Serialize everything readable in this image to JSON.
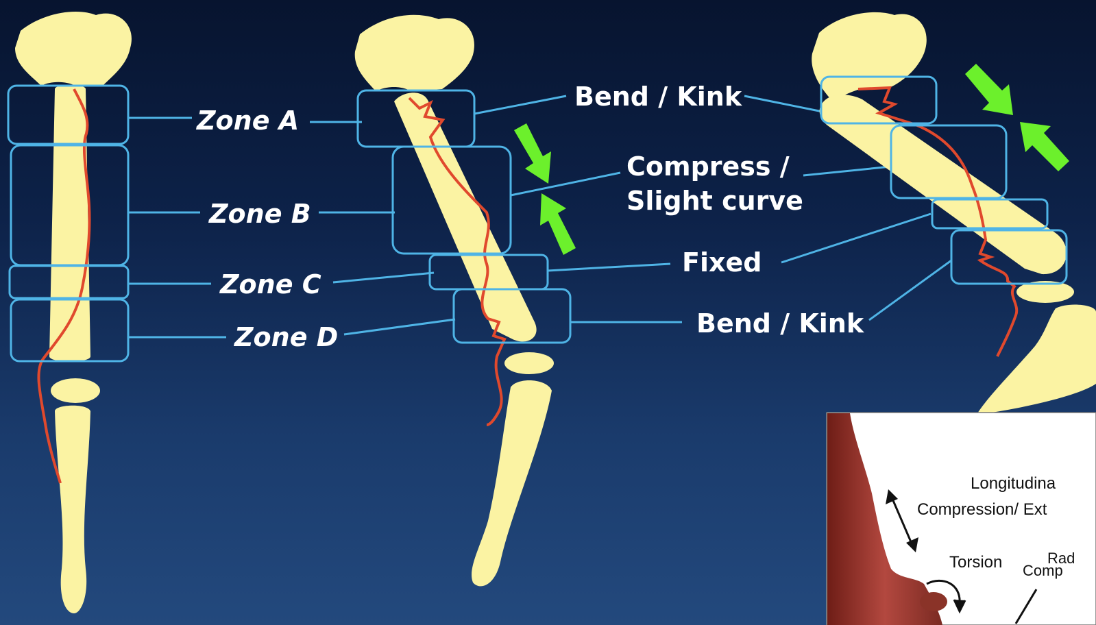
{
  "zones": [
    {
      "id": "a",
      "label": "Zone A"
    },
    {
      "id": "b",
      "label": "Zone B"
    },
    {
      "id": "c",
      "label": "Zone C"
    },
    {
      "id": "d",
      "label": "Zone D"
    }
  ],
  "callouts": {
    "bend_kink": "Bend / Kink",
    "compress_line1": "Compress /",
    "compress_line2": "Slight curve",
    "fixed": "Fixed"
  },
  "inset": {
    "longitudinal": "Longitudina",
    "compression_extension": "Compression/ Ext",
    "torsion": "Torsion",
    "radial_line1": "Rad",
    "radial_line2": "Comp"
  },
  "colors": {
    "bone": "#fbf3a3",
    "artery": "#e0492d",
    "zone_box": "#4fb4e6",
    "arrow": "#6cf02c",
    "label": "#ffffff"
  }
}
